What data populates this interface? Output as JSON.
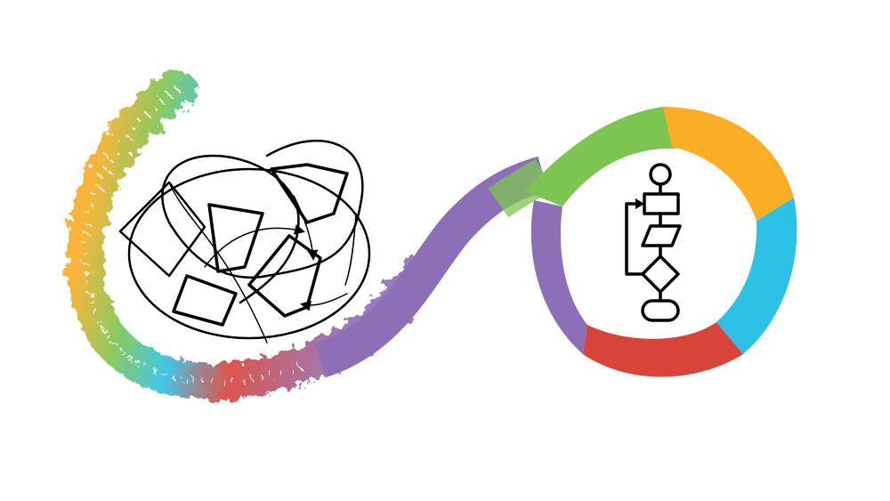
{
  "illustration": {
    "left_part": "tangled-scribble",
    "right_part": "flowchart",
    "icons": [
      "chaos-scribble-icon",
      "flowchart-icon"
    ]
  },
  "colors": {
    "green": "#7DC553",
    "orange": "#F9AE25",
    "cyan": "#2DC1E5",
    "red": "#D9443A",
    "purple": "#8C6FB6",
    "ink": "#000000",
    "background": "#FFFFFF"
  },
  "ring_segments": [
    {
      "name": "green",
      "color": "#7DC553"
    },
    {
      "name": "orange",
      "color": "#F9AE25"
    },
    {
      "name": "cyan",
      "color": "#2DC1E5"
    },
    {
      "name": "red",
      "color": "#D9443A"
    },
    {
      "name": "purple",
      "color": "#8C6FB6"
    }
  ],
  "flowchart_shapes": [
    "start-circle",
    "process-box",
    "input-parallelogram",
    "decision-diamond",
    "end-terminal",
    "loop-arrow"
  ]
}
